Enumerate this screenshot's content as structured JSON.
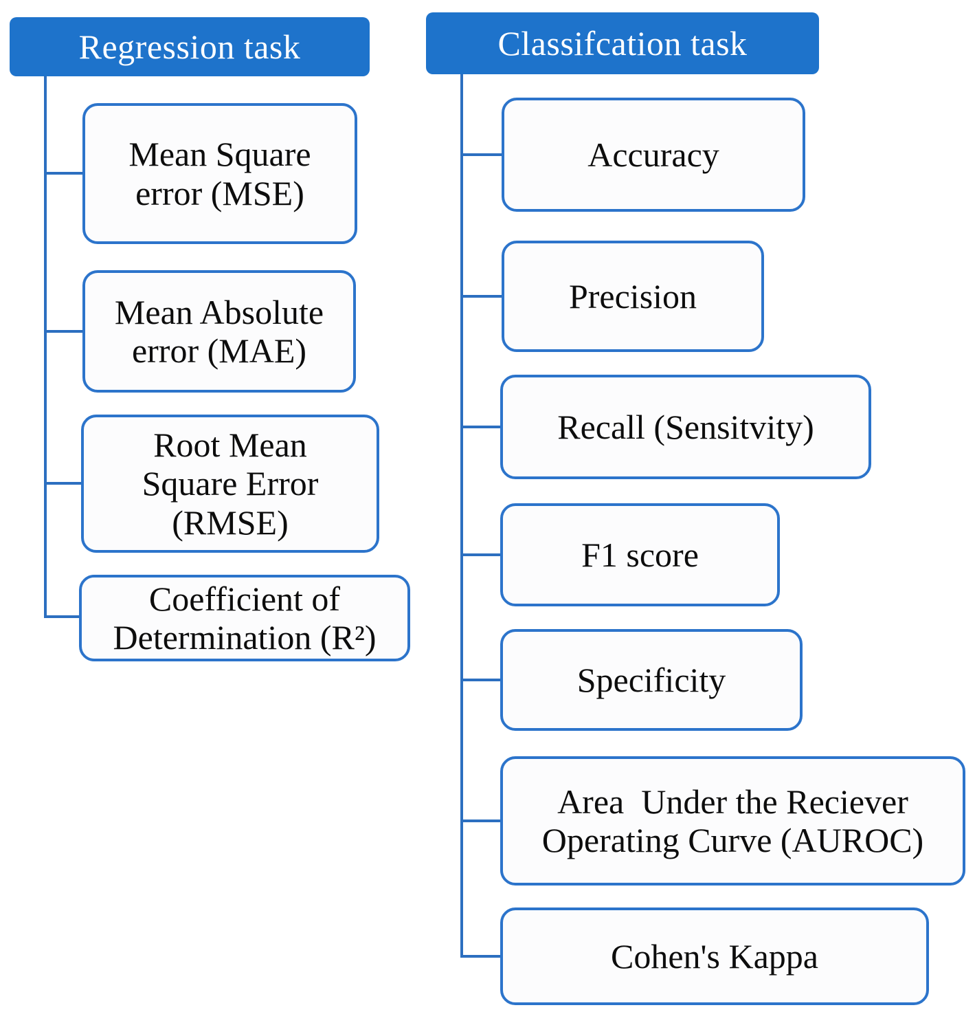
{
  "diagram": {
    "regression": {
      "title": "Regression task",
      "items": [
        {
          "label": "Mean Square\nerror (MSE)"
        },
        {
          "label": "Mean Absolute\nerror (MAE)"
        },
        {
          "label": "Root Mean\nSquare Error\n(RMSE)"
        },
        {
          "label": "Coefficient of\nDetermination (R²)"
        }
      ]
    },
    "classification": {
      "title": "Classifcation task",
      "items": [
        {
          "label": "Accuracy"
        },
        {
          "label": "Precision"
        },
        {
          "label": "Recall (Sensitvity)"
        },
        {
          "label": "F1 score"
        },
        {
          "label": "Specificity"
        },
        {
          "label": "Area  Under the Reciever\nOperating Curve (AUROC)"
        },
        {
          "label": "Cohen's Kappa"
        }
      ]
    },
    "colors": {
      "header_fill": "#1e73cb",
      "header_text": "#ffffff",
      "node_border": "#2c74cb",
      "node_fill": "#fcfcfd",
      "connector": "#2c6fc0",
      "node_text": "#0d0d0d"
    }
  }
}
